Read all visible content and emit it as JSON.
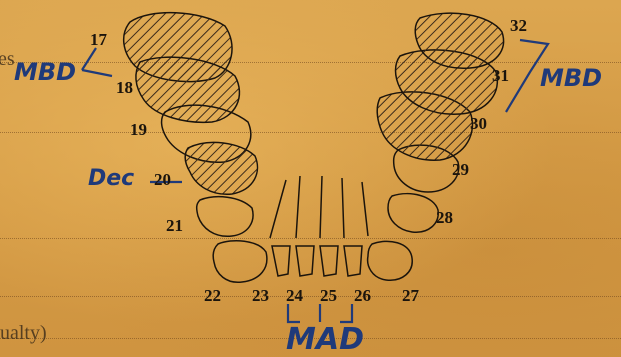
{
  "form": {
    "fragment_left_top": "es",
    "fragment_left_bottom": "ualty)"
  },
  "tooth_numbers": [
    "17",
    "18",
    "19",
    "20",
    "21",
    "22",
    "23",
    "24",
    "25",
    "26",
    "27",
    "28",
    "29",
    "30",
    "31",
    "32"
  ],
  "annotations": {
    "left_mbd": "MBD",
    "right_mbd": "MBD",
    "dec": "Dec",
    "mad": "MAD"
  },
  "colors": {
    "paper": "#d9a24a",
    "ink": "#1b140c",
    "pen": "#1f3a7a"
  }
}
